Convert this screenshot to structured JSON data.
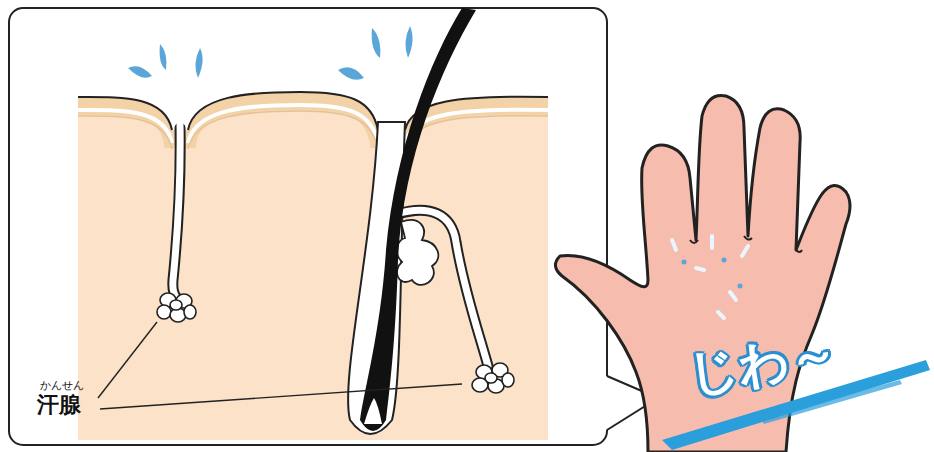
{
  "diagram": {
    "labels": [
      "かんせん",
      "汗腺",
      "じわ～"
    ]
  }
}
